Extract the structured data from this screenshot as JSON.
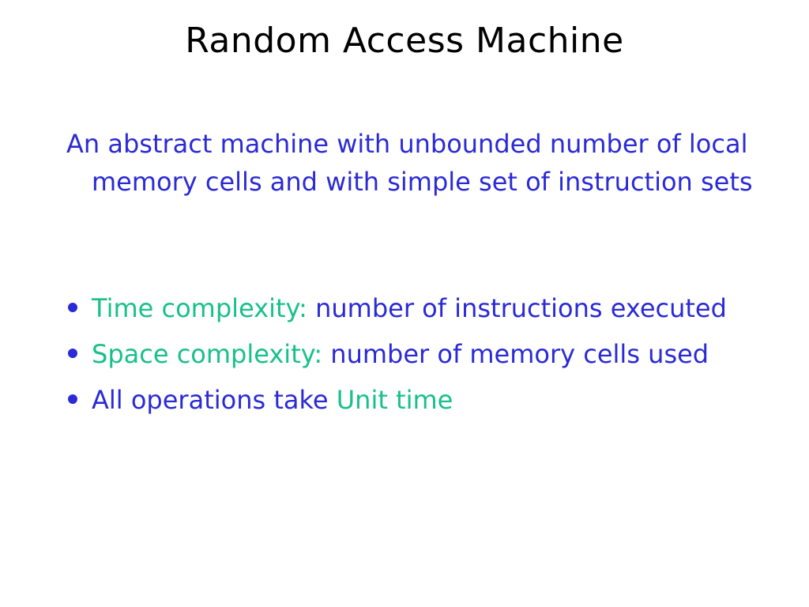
{
  "slide": {
    "title": "Random Access Machine",
    "intro": "An abstract machine with unbounded number of local memory cells and with simple set of instruction sets",
    "bullets": [
      {
        "term": "Time complexity:",
        "text": " number of instructions executed"
      },
      {
        "term": "Space complexity:",
        "text": " number of memory cells used"
      },
      {
        "prefix": "All operations take ",
        "term": "Unit time"
      }
    ]
  },
  "colors": {
    "body_text": "#2a2ad6",
    "highlight_term": "#18c08a",
    "title": "#000000",
    "background": "#ffffff"
  }
}
